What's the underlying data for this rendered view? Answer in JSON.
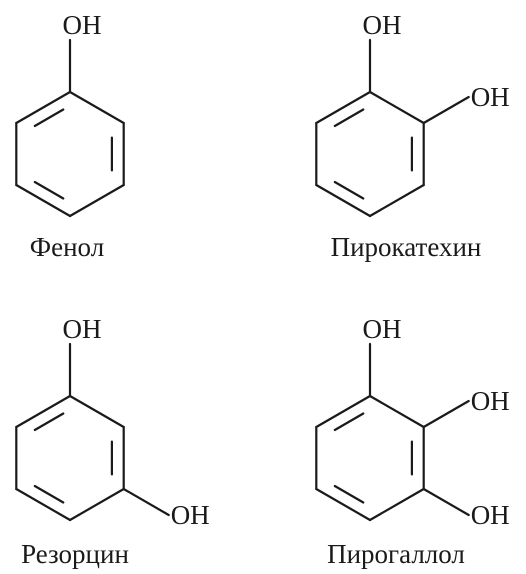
{
  "compounds": [
    {
      "name": "Фенол",
      "substituents": [
        {
          "position": 0,
          "label": "OH"
        }
      ],
      "double_bonds": [
        1,
        3,
        5
      ]
    },
    {
      "name": "Пирокатехин",
      "substituents": [
        {
          "position": 0,
          "label": "OH"
        },
        {
          "position": 1,
          "label": "OH"
        }
      ],
      "double_bonds": [
        1,
        3,
        5
      ]
    },
    {
      "name": "Резорцин",
      "substituents": [
        {
          "position": 0,
          "label": "OH"
        },
        {
          "position": 2,
          "label": "OH"
        }
      ],
      "double_bonds": [
        1,
        3,
        5
      ]
    },
    {
      "name": "Пирогаллол",
      "substituents": [
        {
          "position": 0,
          "label": "OH"
        },
        {
          "position": 1,
          "label": "OH"
        },
        {
          "position": 2,
          "label": "OH"
        }
      ],
      "double_bonds": [
        1,
        3,
        5
      ]
    }
  ]
}
